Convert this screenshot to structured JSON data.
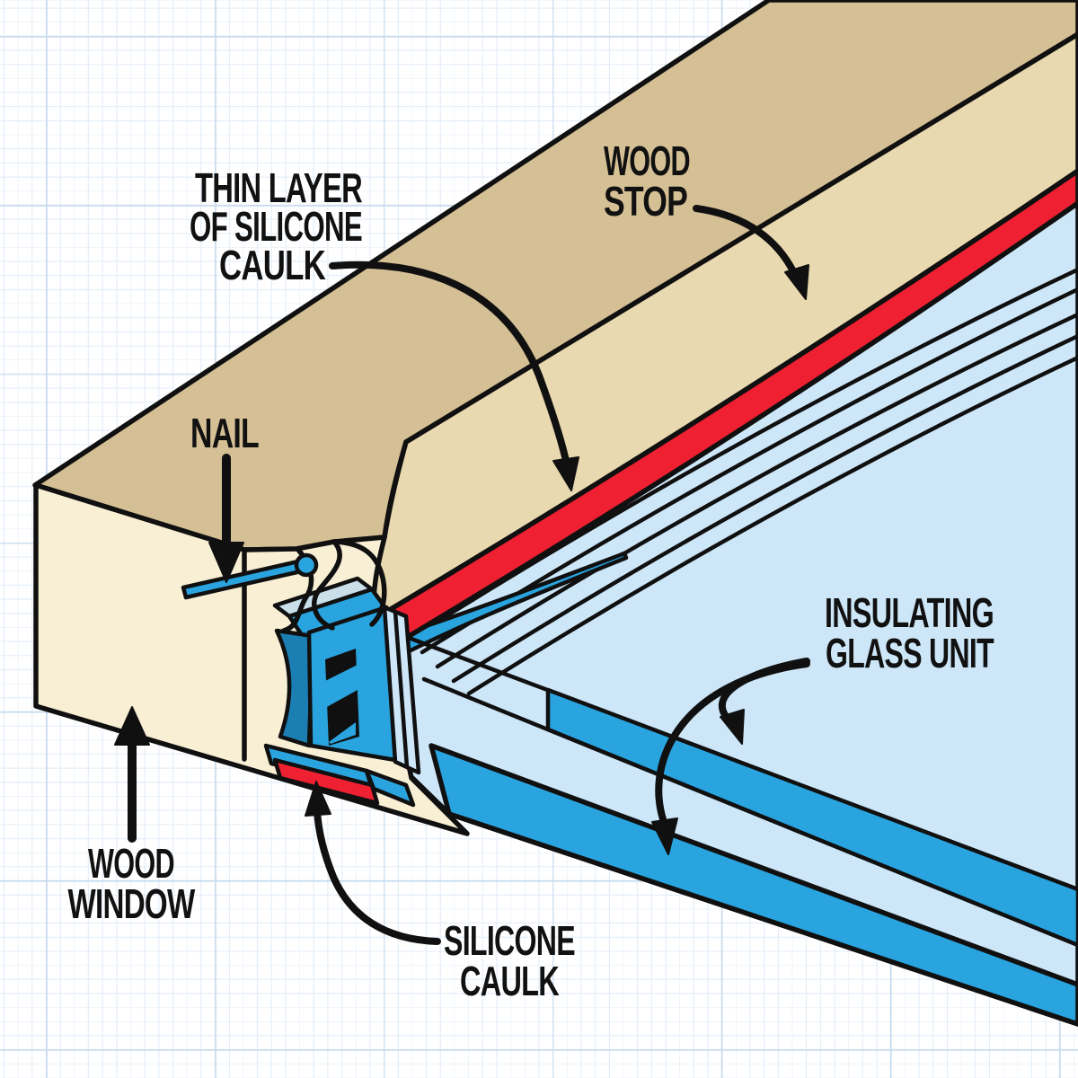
{
  "diagram": {
    "labels": {
      "thin_layer": {
        "lines": [
          "THIN LAYER",
          "OF SILICONE",
          "CAULK"
        ]
      },
      "wood_stop": {
        "lines": [
          "WOOD",
          "STOP"
        ]
      },
      "nail": {
        "lines": [
          "NAIL"
        ]
      },
      "insulating_glass_unit": {
        "lines": [
          "INSULATING",
          "GLASS UNIT"
        ]
      },
      "wood_window": {
        "lines": [
          "WOOD",
          "WINDOW"
        ]
      },
      "silicone_caulk": {
        "lines": [
          "SILICONE",
          "CAULK"
        ]
      }
    },
    "colors": {
      "background": "#ffffff",
      "grid_minor": "#e4eef8",
      "grid_major": "#c8dcee",
      "wood_top": "#d5bf95",
      "wood_molding": "#e9d9b1",
      "wood_cream": "#f8efd4",
      "caulk_red": "#ee2031",
      "glass_blue": "#cde7f8",
      "spacer_blue": "#2aa4df",
      "sealant_dark_blue": "#1b7fb4",
      "glass_edge_pale": "#c9dfe9",
      "outline": "#101010",
      "label_text": "#111111"
    }
  }
}
